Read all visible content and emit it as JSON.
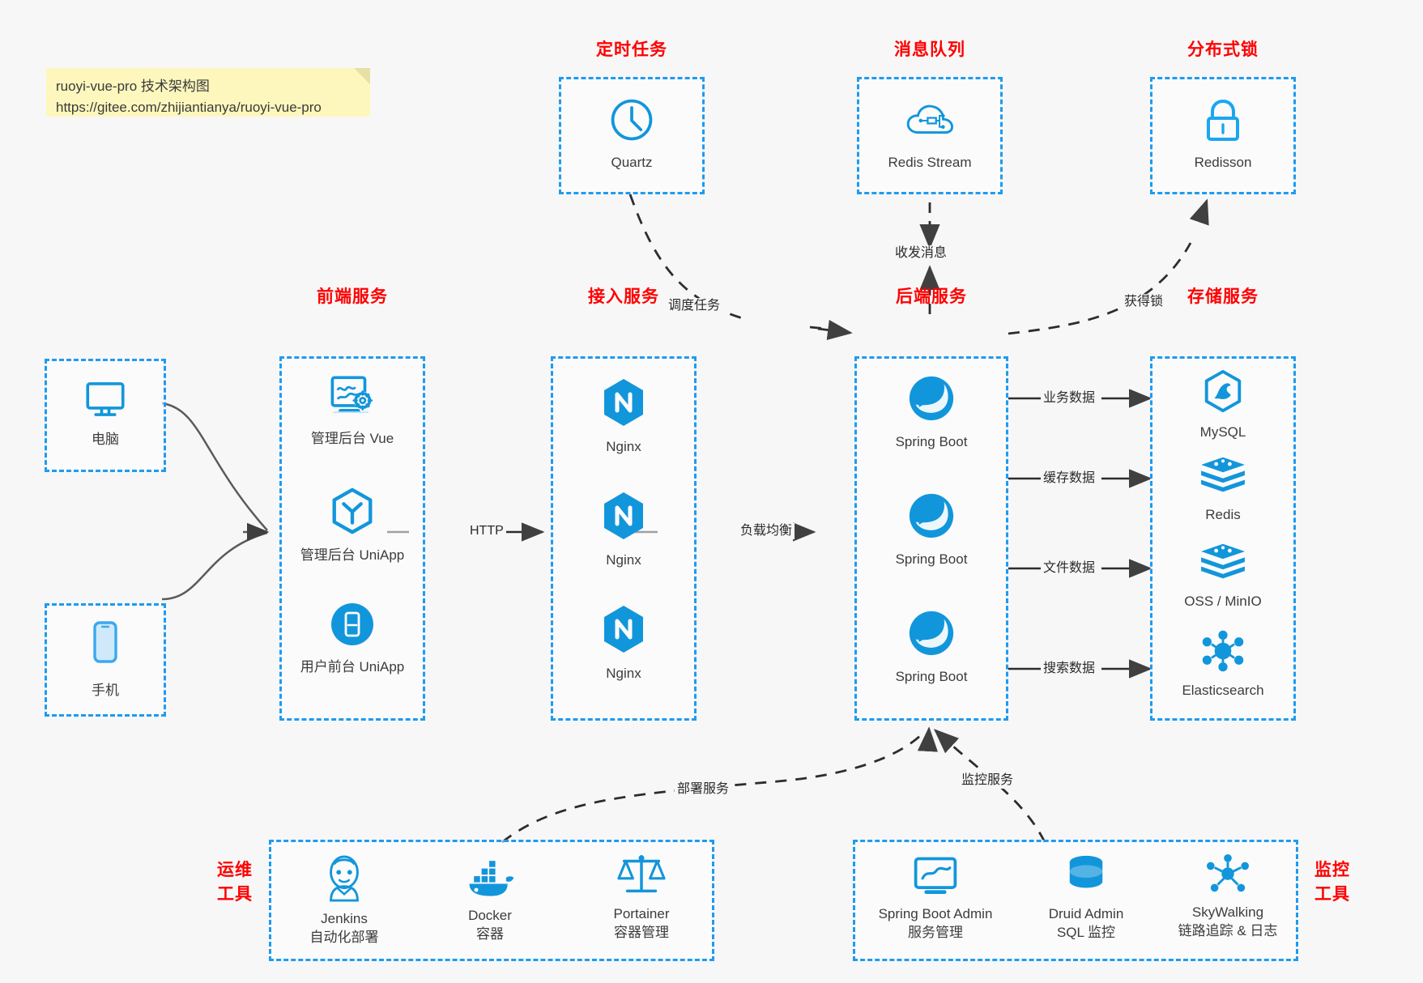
{
  "note": {
    "line1": "ruoyi-vue-pro 技术架构图",
    "line2": "https://gitee.com/zhijiantianya/ruoyi-vue-pro"
  },
  "colors": {
    "box_border": "#1e9bf0",
    "group_title": "#ff0000",
    "icon_blue": "#1296db",
    "arrow": "#404040",
    "note_bg": "#fdf7bd",
    "background": "#f7f7f7"
  },
  "groups": {
    "scheduler": {
      "title": "定时任务",
      "nodes": [
        {
          "label": "Quartz",
          "icon": "clock-icon"
        }
      ]
    },
    "mq": {
      "title": "消息队列",
      "nodes": [
        {
          "label": "Redis Stream",
          "icon": "cloud-stream-icon"
        }
      ]
    },
    "lock": {
      "title": "分布式锁",
      "nodes": [
        {
          "label": "Redisson",
          "icon": "lock-icon"
        }
      ]
    },
    "clients": {
      "nodes": [
        {
          "label": "电脑",
          "icon": "desktop-icon"
        },
        {
          "label": "手机",
          "icon": "mobile-icon"
        }
      ]
    },
    "frontend": {
      "title": "前端服务",
      "nodes": [
        {
          "label": "管理后台 Vue",
          "icon": "dashboard-settings-icon"
        },
        {
          "label": "管理后台 UniApp",
          "icon": "uniapp-hexagon-icon"
        },
        {
          "label": "用户前台 UniApp",
          "icon": "mobile-circle-icon"
        }
      ]
    },
    "gateway": {
      "title": "接入服务",
      "nodes": [
        {
          "label": "Nginx",
          "icon": "nginx-icon"
        },
        {
          "label": "Nginx",
          "icon": "nginx-icon"
        },
        {
          "label": "Nginx",
          "icon": "nginx-icon"
        }
      ]
    },
    "backend": {
      "title": "后端服务",
      "nodes": [
        {
          "label": "Spring Boot",
          "icon": "spring-boot-icon"
        },
        {
          "label": "Spring Boot",
          "icon": "spring-boot-icon"
        },
        {
          "label": "Spring Boot",
          "icon": "spring-boot-icon"
        }
      ]
    },
    "storage": {
      "title": "存储服务",
      "nodes": [
        {
          "label": "MySQL",
          "icon": "mysql-icon"
        },
        {
          "label": "Redis",
          "icon": "redis-icon"
        },
        {
          "label": "OSS / MinIO",
          "icon": "oss-minio-icon"
        },
        {
          "label": "Elasticsearch",
          "icon": "elasticsearch-icon"
        }
      ]
    },
    "devops": {
      "title_line1": "运维",
      "title_line2": "工具",
      "nodes": [
        {
          "label": "Jenkins",
          "sub": "自动化部署",
          "icon": "jenkins-icon"
        },
        {
          "label": "Docker",
          "sub": "容器",
          "icon": "docker-icon"
        },
        {
          "label": "Portainer",
          "sub": "容器管理",
          "icon": "portainer-scale-icon"
        }
      ]
    },
    "monitor": {
      "title_line1": "监控",
      "title_line2": "工具",
      "nodes": [
        {
          "label": "Spring Boot Admin",
          "sub": "服务管理",
          "icon": "monitor-chart-icon"
        },
        {
          "label": "Druid Admin",
          "sub": "SQL 监控",
          "icon": "database-icon"
        },
        {
          "label": "SkyWalking",
          "sub": "链路追踪 & 日志",
          "icon": "skywalking-icon"
        }
      ]
    }
  },
  "edges": [
    {
      "label": "调度任务",
      "from": "scheduler",
      "to": "backend",
      "style": "dashed"
    },
    {
      "label": "收发消息",
      "from": "mq",
      "to": "backend",
      "style": "dashed-bidirectional"
    },
    {
      "label": "获得锁",
      "from": "backend",
      "to": "lock",
      "style": "dashed"
    },
    {
      "label": "HTTP",
      "from": "frontend",
      "to": "gateway",
      "style": "solid"
    },
    {
      "label": "负载均衡",
      "from": "gateway",
      "to": "backend",
      "style": "solid"
    },
    {
      "label": "业务数据",
      "from": "backend",
      "to": "mysql",
      "style": "solid"
    },
    {
      "label": "缓存数据",
      "from": "backend",
      "to": "redis",
      "style": "solid"
    },
    {
      "label": "文件数据",
      "from": "backend",
      "to": "oss",
      "style": "solid"
    },
    {
      "label": "搜索数据",
      "from": "backend",
      "to": "elasticsearch",
      "style": "solid"
    },
    {
      "label": "部署服务",
      "from": "devops",
      "to": "backend",
      "style": "dashed"
    },
    {
      "label": "监控服务",
      "from": "monitor",
      "to": "backend",
      "style": "dashed"
    }
  ]
}
